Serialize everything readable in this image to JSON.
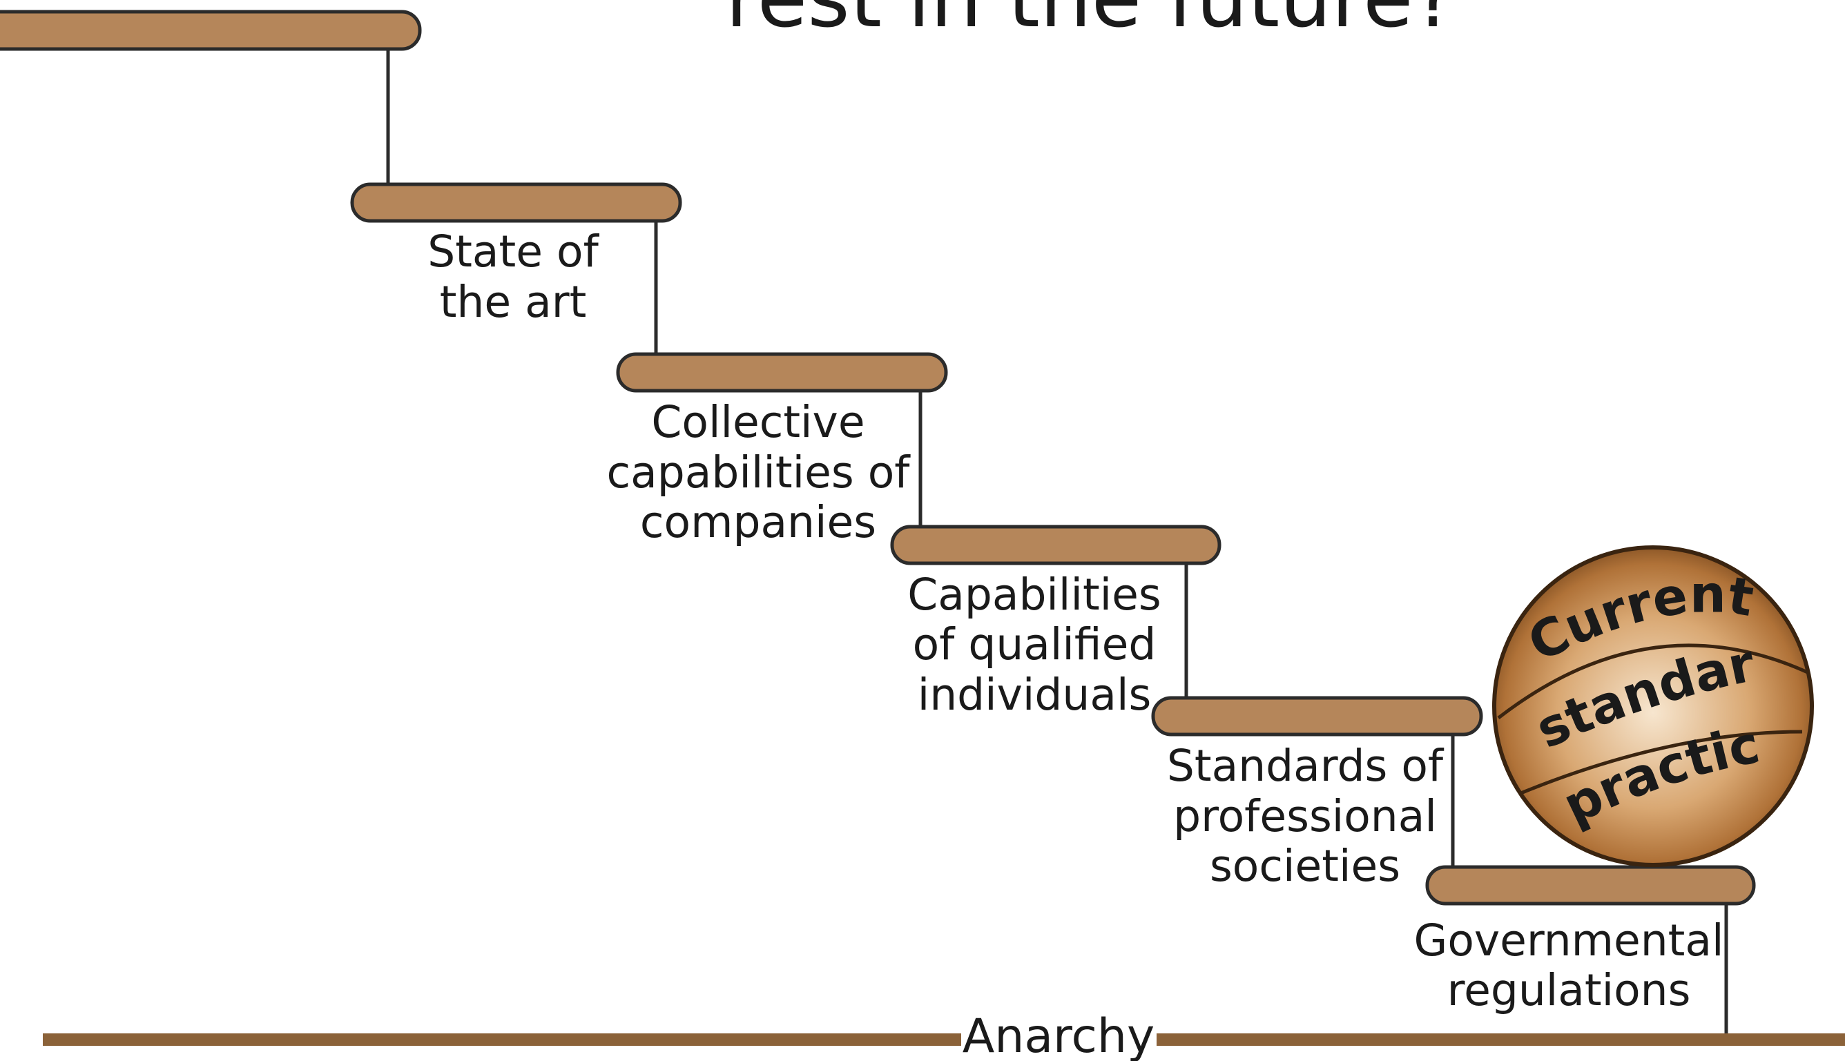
{
  "title": "rest in the future?",
  "ground": {
    "label": "Anarchy"
  },
  "steps": [
    {
      "label_lines": []
    },
    {
      "label_lines": [
        "State of",
        "the art"
      ]
    },
    {
      "label_lines": [
        "Collective",
        "capabilities of",
        "companies"
      ]
    },
    {
      "label_lines": [
        "Capabilities",
        "of qualified",
        "individuals"
      ]
    },
    {
      "label_lines": [
        "Standards of",
        "professional",
        "societies"
      ]
    },
    {
      "label_lines": [
        "Governmental",
        "regulations"
      ]
    }
  ],
  "ball": {
    "lines": [
      "Current",
      "standard",
      "practice"
    ]
  },
  "colors": {
    "step_fill": "#b5865a",
    "outline": "#2b2b2b",
    "ground": "#8b6239",
    "ball_light": "#f3dcc0",
    "ball_mid": "#c08848",
    "ball_dark": "#7a4a1f"
  }
}
